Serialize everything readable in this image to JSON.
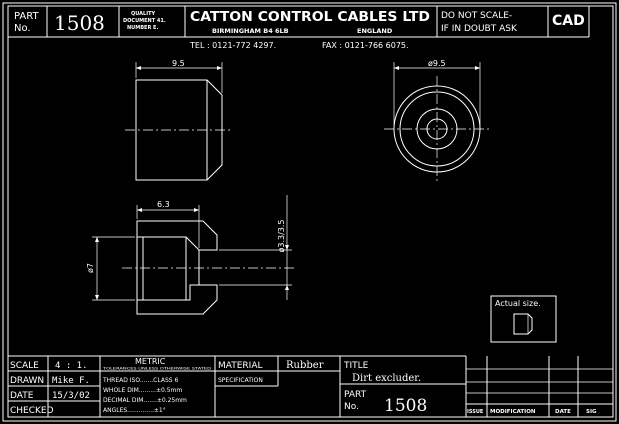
{
  "header": {
    "part_label": "PART",
    "no_label": "No.",
    "part_number": "1508",
    "quality_doc_line1": "QUALITY",
    "quality_doc_line2": "DOCUMENT 41.",
    "quality_doc_line3": "NUMBER E.",
    "company": "CATTON CONTROL CABLES LTD",
    "city": "BIRMINGHAM B4 6LB",
    "country": "ENGLAND",
    "phone": "TEL : 0121-772 4297.",
    "fax": "FAX : 0121-766 6075.",
    "warning_line1": "DO NOT SCALE-",
    "warning_line2": "IF IN DOUBT ASK",
    "cad": "CAD"
  },
  "dimensions": {
    "side_length": "9.5",
    "front_diameter": "ø9.5",
    "section_length": "6.3",
    "section_bore": "ø3.3/3.5",
    "section_outer": "ø7"
  },
  "actual_size_label": "Actual size.",
  "title_block": {
    "scale_label": "SCALE",
    "scale_value": "4 : 1.",
    "drawn_label": "DRAWN",
    "drawn_value": "Mike F.",
    "date_label": "DATE",
    "date_value": "15/3/02",
    "checked_label": "CHECKED",
    "metric_label": "METRIC",
    "metric_sub": "TOLERANCES UNLESS OTHERWISE STATED",
    "thread_line": "THREAD ISO.......CLASS 6",
    "whole_line": "WHOLE DIM.........±0.5mm",
    "decimal_line": "DECIMAL DIM.......±0.25mm",
    "angles_line": "ANGLES..............±1°",
    "material_label": "MATERIAL",
    "material_value": "Rubber",
    "specification_label": "SPECIFICATION",
    "title_label": "TITLE",
    "title_value": "Dirt excluder.",
    "part_label": "PART",
    "no_label": "No.",
    "part_number": "1508",
    "issue_label": "ISSUE",
    "modification_label": "MODIFICATION",
    "date_col_label": "DATE",
    "sig_label": "SIG"
  }
}
